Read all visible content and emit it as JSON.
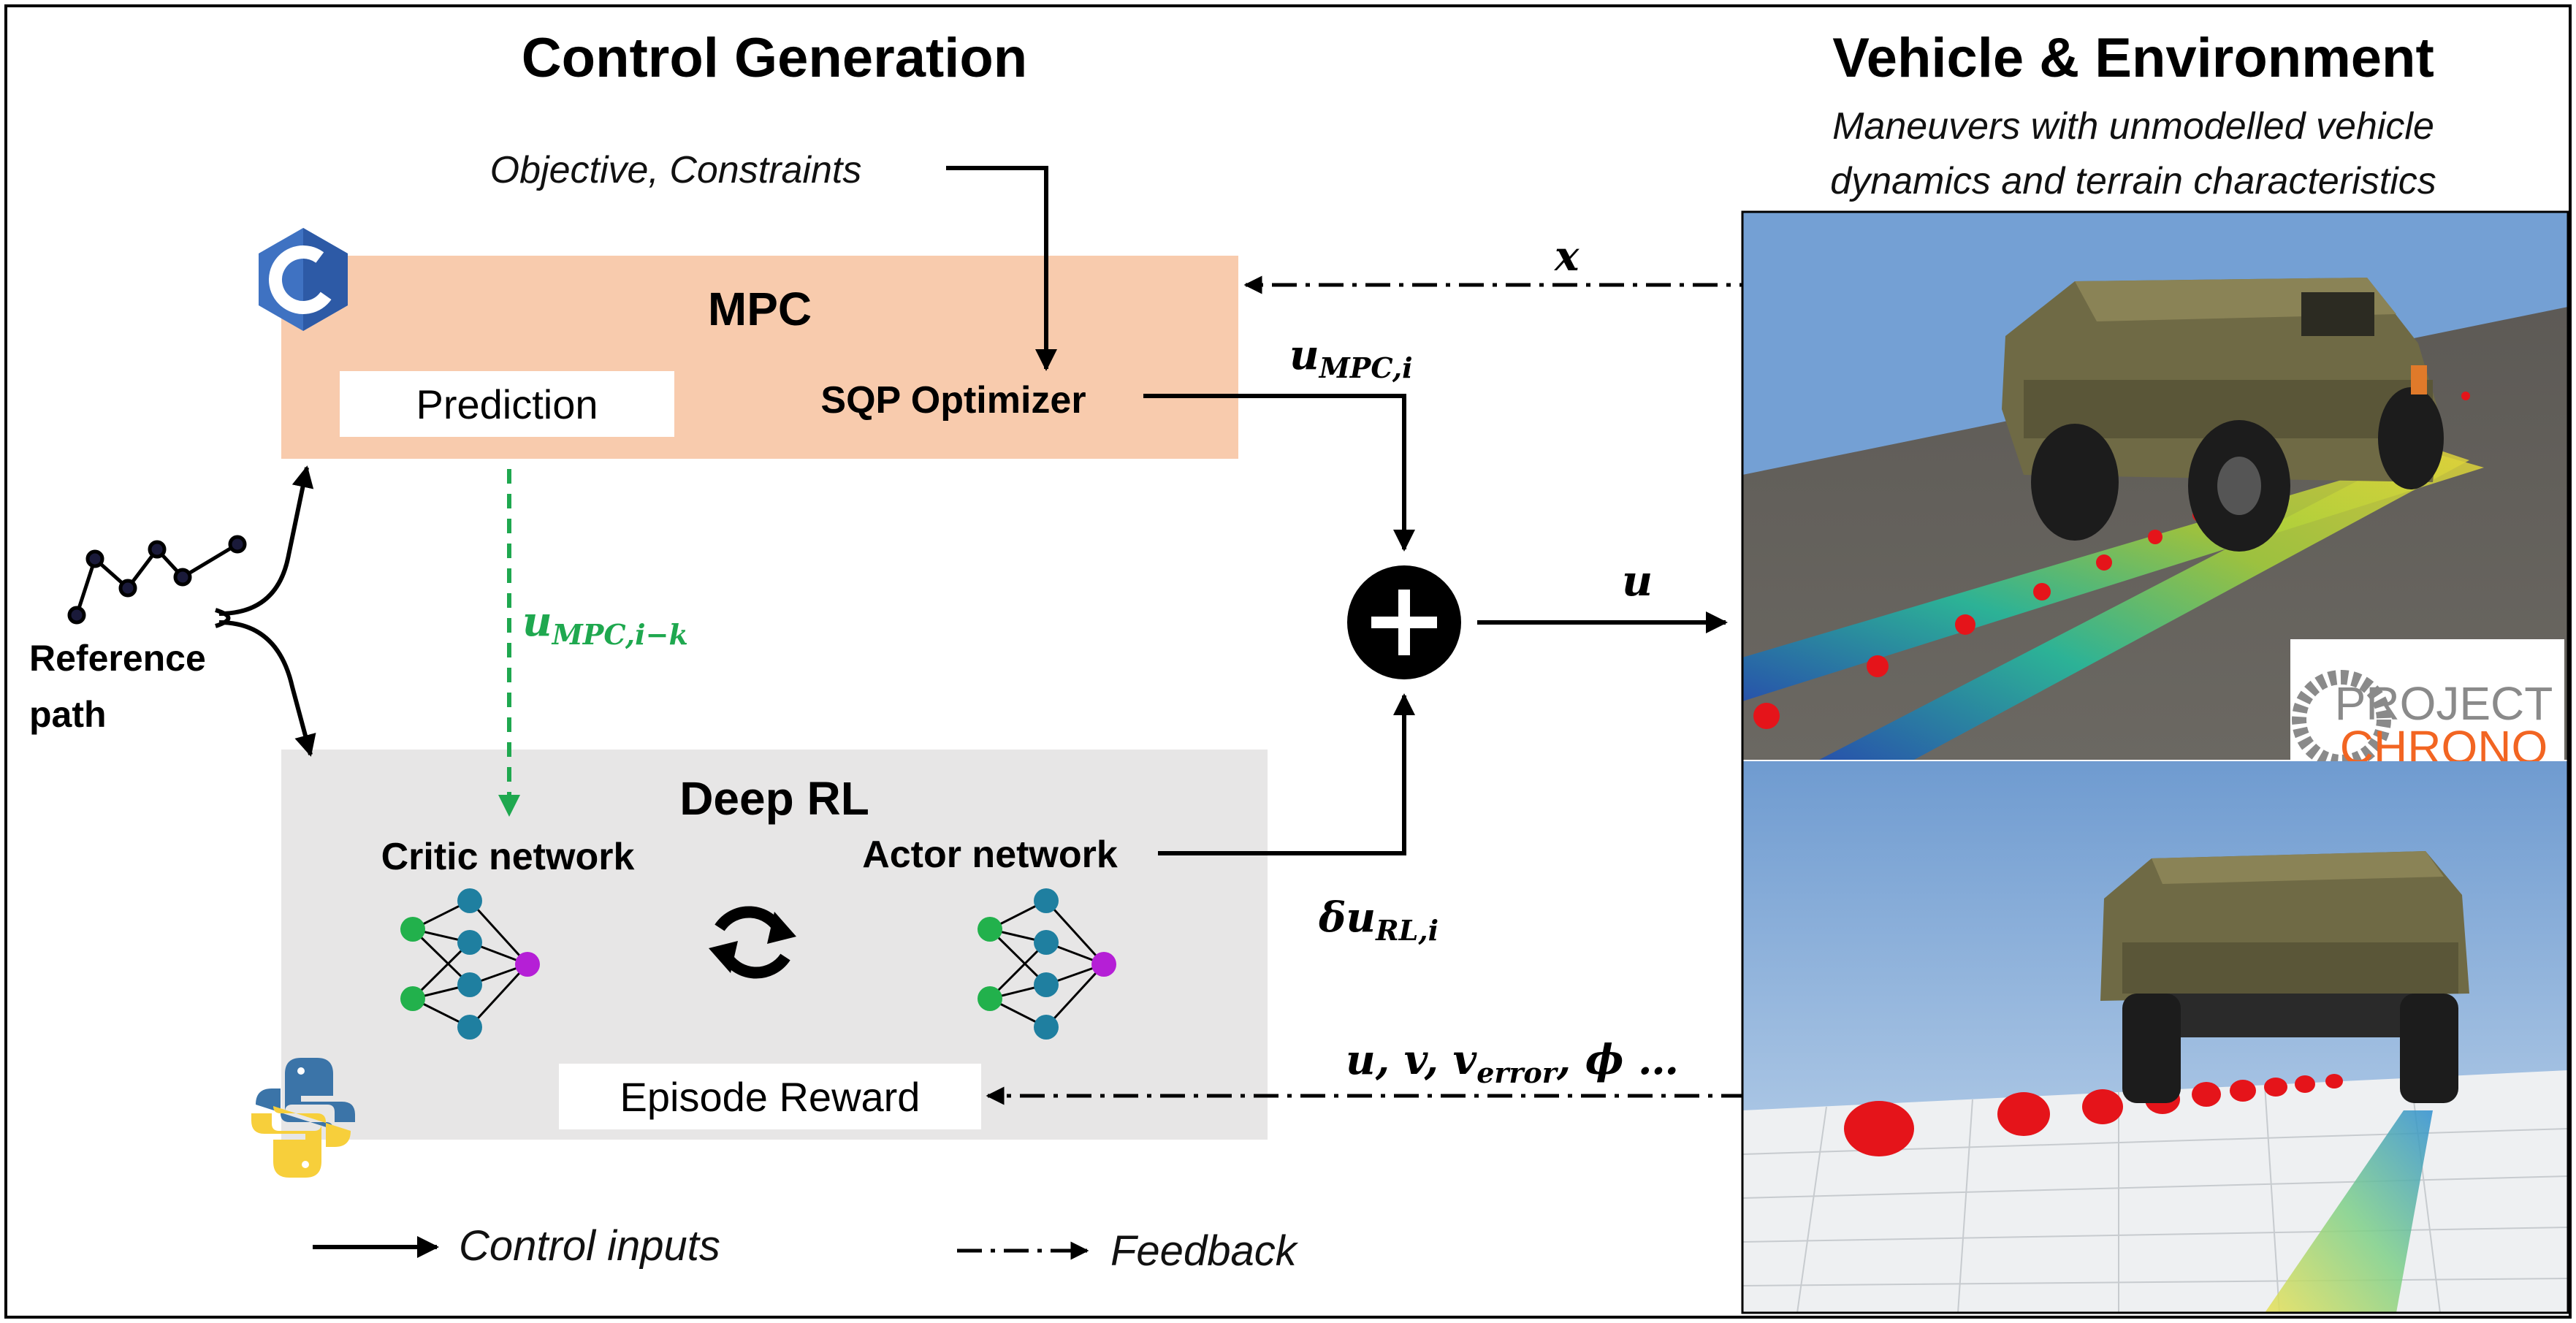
{
  "headings": {
    "control_generation": "Control Generation",
    "vehicle_environment": "Vehicle & Environment",
    "maneuvers_line1": "Maneuvers with unmodelled vehicle",
    "maneuvers_line2": "dynamics and terrain characteristics"
  },
  "mpc": {
    "title": "MPC",
    "objective_label": "Objective, Constraints",
    "prediction_label": "Prediction",
    "optimizer_label": "SQP Optimizer",
    "fill_color": "#f8cbad"
  },
  "rl": {
    "title": "Deep RL",
    "critic_label": "Critic network",
    "actor_label": "Actor network",
    "reward_label": "Episode Reward",
    "fill_color": "#e7e6e6"
  },
  "reference": {
    "label_line1": "Reference",
    "label_line2": "path"
  },
  "signals": {
    "state_x": "x",
    "u_mpc_base": "u",
    "u_mpc_sub": "MPC,i",
    "u_mpc_delayed_base": "u",
    "u_mpc_delayed_sub": "MPC,i−k",
    "u_total": "u",
    "delta_u_base": "δu",
    "delta_u_sub": "RL,i",
    "feedback_u": "u, v, v",
    "feedback_sub": "error",
    "feedback_tail": ", ϕ  …"
  },
  "legend": {
    "control_inputs": "Control inputs",
    "feedback": "Feedback"
  },
  "logos": {
    "cpp_letter": "C",
    "chrono_line1": "PROJECT",
    "chrono_line2": "CHRONO",
    "chrono_color": "#f26522"
  },
  "colors": {
    "green_signal": "#1fa84f",
    "node_green": "#22b14c",
    "node_teal": "#1f7fa0",
    "node_purple": "#b51fd6"
  },
  "icons": [
    "cpp-logo-icon",
    "python-logo-icon",
    "sync-icon",
    "plus-circle-icon",
    "project-chrono-logo-icon"
  ]
}
